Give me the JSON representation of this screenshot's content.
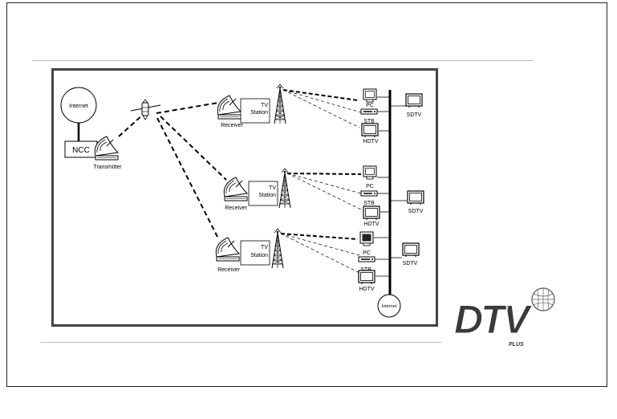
{
  "diagram": {
    "internet_top": "Internet",
    "ncc": "NCC",
    "transmitter": "Transmitter",
    "internet_bottom": "Internet",
    "receiver": "Receiver",
    "tv_station": [
      "TV",
      "Station"
    ],
    "pc": "PC",
    "stb": "STB",
    "sdtv": "SDTV",
    "hdtv": "HDTV"
  },
  "logo": {
    "main": "DTV",
    "sub": "PLUS",
    "color": "#3a3a3a"
  }
}
